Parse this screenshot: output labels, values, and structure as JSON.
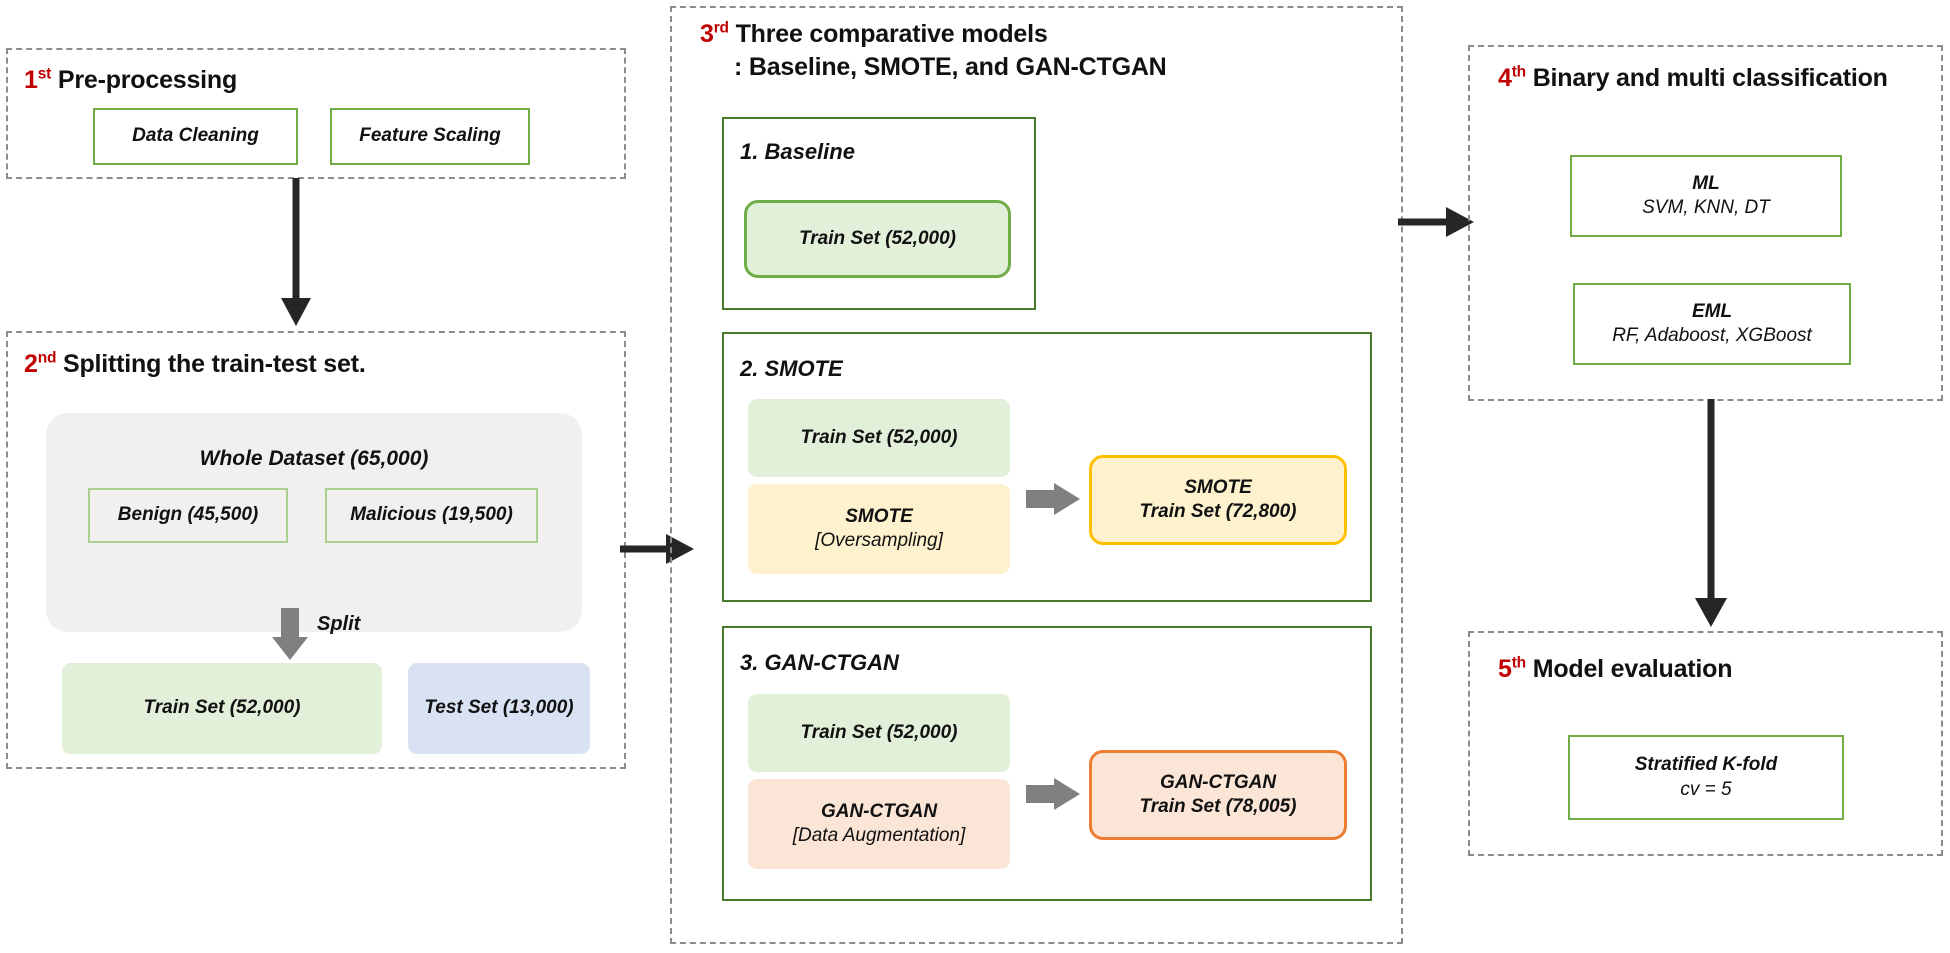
{
  "stages": [
    {
      "id": "pre-processing",
      "ordinal": "1",
      "ordinal_suffix": "st",
      "title": "Pre-processing",
      "boxes": [
        {
          "label": "Data Cleaning"
        },
        {
          "label": "Feature Scaling"
        }
      ]
    },
    {
      "id": "train-test-split",
      "ordinal": "2",
      "ordinal_suffix": "nd",
      "title": "Splitting the train-test set.",
      "dataset_caption": "Whole Dataset (65,000)",
      "classes": [
        {
          "label": "Benign (45,500)"
        },
        {
          "label": "Malicious (19,500)"
        }
      ],
      "split_arrow_label": "Split",
      "splits": [
        {
          "label": "Train Set (52,000)"
        },
        {
          "label": "Test Set (13,000)"
        }
      ]
    },
    {
      "id": "comparative-models",
      "ordinal": "3",
      "ordinal_suffix": "rd",
      "title": "Three comparative models",
      "subtitle": ": Baseline, SMOTE, and GAN-CTGAN",
      "models": [
        {
          "id": "baseline",
          "label": "1. Baseline",
          "inputs": [
            {
              "label": "Train Set (52,000)"
            }
          ],
          "output": null
        },
        {
          "id": "smote",
          "label": "2. SMOTE",
          "inputs": [
            {
              "label": "Train Set (52,000)"
            },
            {
              "label": "SMOTE",
              "line2": "[Oversampling]"
            }
          ],
          "output": {
            "label": "SMOTE",
            "line2": "Train Set (72,800)"
          }
        },
        {
          "id": "gan-ctgan",
          "label": "3. GAN-CTGAN",
          "inputs": [
            {
              "label": "Train Set (52,000)"
            },
            {
              "label": "GAN-CTGAN",
              "line2": "[Data Augmentation]"
            }
          ],
          "output": {
            "label": "GAN-CTGAN",
            "line2": "Train Set (78,005)"
          }
        }
      ]
    },
    {
      "id": "classification",
      "ordinal": "4",
      "ordinal_suffix": "th",
      "title": "Binary and multi classification",
      "boxes": [
        {
          "label": "ML",
          "line2": "SVM, KNN, DT"
        },
        {
          "label": "EML",
          "line2": "RF, Adaboost, XGBoost"
        }
      ]
    },
    {
      "id": "model-evaluation",
      "ordinal": "5",
      "ordinal_suffix": "th",
      "title": "Model evaluation",
      "boxes": [
        {
          "label": "Stratified K-fold",
          "line2": "cv = 5"
        }
      ]
    }
  ],
  "colors": {
    "ordinal_red": "#c00000",
    "green_border": "#70ad47",
    "group_border": "#4a7a2e",
    "dashed_border": "#8c8c8c",
    "green_fill": "#e2efd9",
    "blue_fill": "#d9e2f3",
    "yellow_fill": "#fdf2cd",
    "yellow_border": "#ffc000",
    "peach_fill": "#fbe5d6",
    "orange_border": "#ed7d31",
    "gray_panel": "#f0f0f0",
    "gray_arrow": "#808080",
    "black_arrow": "#262626"
  },
  "connectors": [
    {
      "id": "stage1-to-stage2",
      "direction": "down",
      "color": "#262626"
    },
    {
      "id": "stage2-to-stage3",
      "direction": "right",
      "color": "#262626"
    },
    {
      "id": "stage3-to-stage4",
      "direction": "right",
      "color": "#262626"
    },
    {
      "id": "stage4-to-stage5",
      "direction": "down",
      "color": "#262626"
    },
    {
      "id": "split-arrow",
      "direction": "down",
      "color": "#808080"
    },
    {
      "id": "smote-merge-arrow",
      "direction": "right",
      "color": "#808080"
    },
    {
      "id": "ganctgan-merge-arrow",
      "direction": "right",
      "color": "#808080"
    }
  ]
}
